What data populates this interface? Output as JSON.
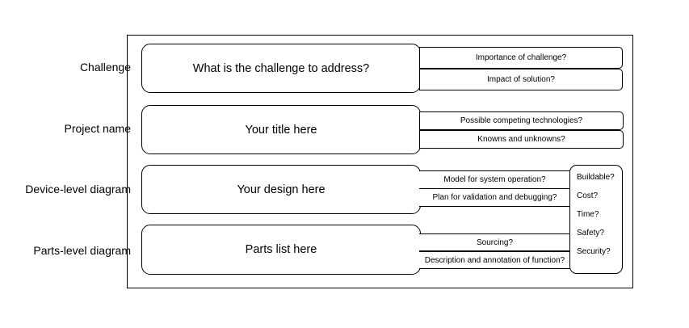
{
  "rows": [
    {
      "label": "Challenge",
      "main": "What is the challenge to address?",
      "questions": [
        "Importance of challenge?",
        "Impact of solution?"
      ]
    },
    {
      "label": "Project name",
      "main": "Your title here",
      "questions": [
        "Possible competing technologies?",
        "Knowns and unknowns?"
      ]
    },
    {
      "label": "Device-level diagram",
      "main": "Your design here",
      "questions": [
        "Model for system operation?",
        "Plan for validation and debugging?"
      ]
    },
    {
      "label": "Parts-level diagram",
      "main": "Parts list here",
      "questions": [
        "Sourcing?",
        "Description and annotation of function?"
      ]
    }
  ],
  "side_questions": [
    "Buildable?",
    "Cost?",
    "Time?",
    "Safety?",
    "Security?"
  ]
}
